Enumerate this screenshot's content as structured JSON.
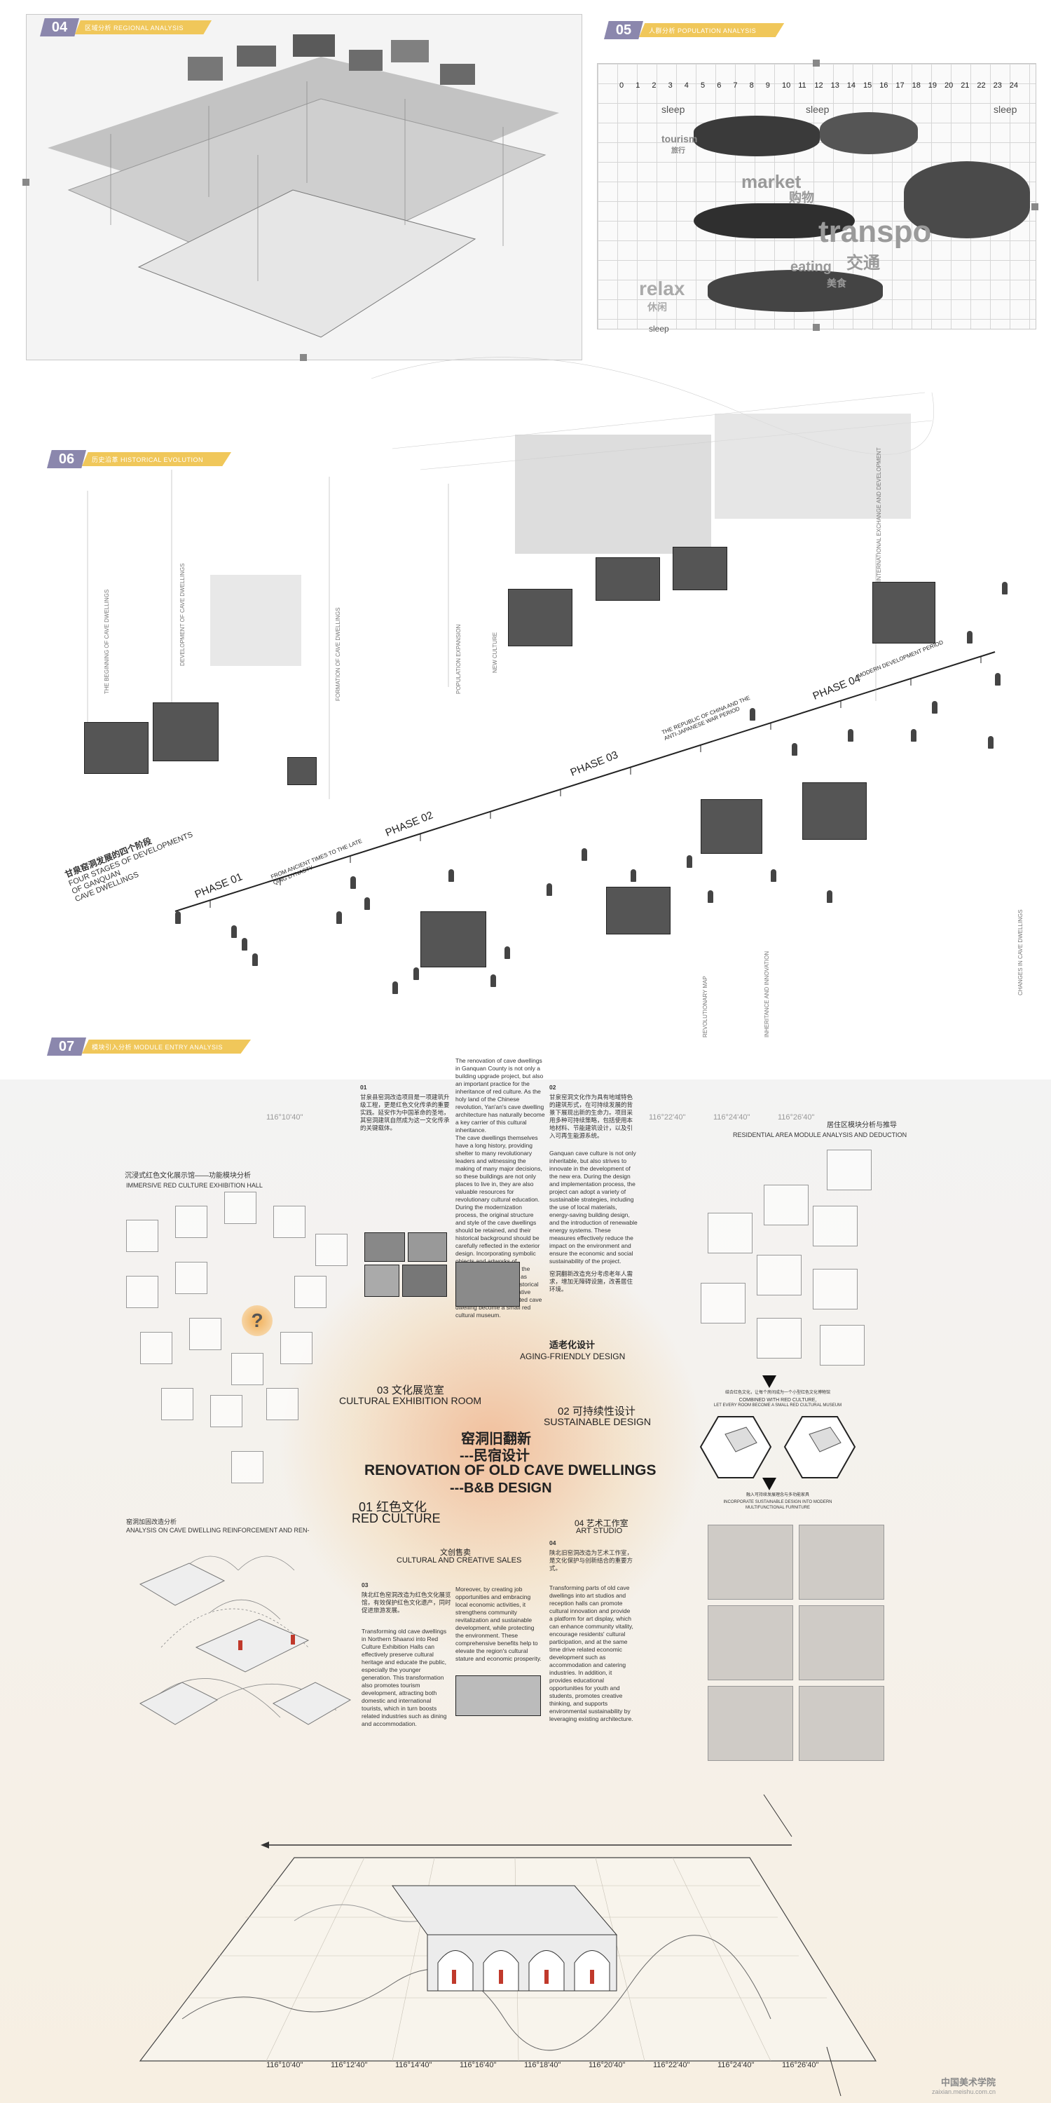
{
  "sections": {
    "s04": {
      "num": "04",
      "label": "区域分析 REGIONAL ANALYSIS"
    },
    "s05": {
      "num": "05",
      "label": "人群分析 POPULATION ANALYSIS"
    },
    "s06": {
      "num": "06",
      "label": "历史沿革 HISTORICAL EVOLUTION"
    },
    "s07": {
      "num": "07",
      "label": "模块引入分析 MODULE ENTRY ANALYSIS"
    }
  },
  "population": {
    "hours": [
      "0",
      "1",
      "2",
      "3",
      "4",
      "5",
      "6",
      "7",
      "8",
      "9",
      "10",
      "11",
      "12",
      "13",
      "14",
      "15",
      "16",
      "17",
      "18",
      "19",
      "20",
      "21",
      "22",
      "23",
      "24"
    ],
    "sleep1": "sleep",
    "sleep2": "sleep",
    "sleep3": "sleep",
    "sleep4": "sleep",
    "tourism": "tourism",
    "tourism_cn": "旅行",
    "market": "market",
    "market_cn": "购物",
    "transport": "transpo",
    "transport_cn": "交通",
    "eating": "eating",
    "eating_cn": "美食",
    "relax": "relax",
    "relax_cn": "休闲"
  },
  "history": {
    "four_stages_cn": "甘泉窑洞发展的四个阶段",
    "four_stages_en1": "FOUR STAGES OF DEVELOPMENTS",
    "four_stages_en2": "OF GANQUAN",
    "four_stages_en3": "CAVE DWELLINGS",
    "phase01": "PHASE 01",
    "phase02": "PHASE 02",
    "phase03": "PHASE 03",
    "phase04": "PHASE 04",
    "phase01_note": "FROM ANCIENT TIMES TO THE LATE QING DYNASTY",
    "phase03_note": "THE REPUBLIC OF CHINA AND THE ANTI-JAPANESE WAR PERIOD",
    "phase04_note": "MODERN DEVELOPMENT PERIOD",
    "v1": "THE BEGINNING OF CAVE DWELLINGS",
    "v2": "DEVELOPMENT OF CAVE DWELLINGS",
    "v3": "FORMATION OF CAVE DWELLINGS",
    "v4": "POPULATION EXPANSION",
    "v5": "NEW CULTURE",
    "v6": "INTERNATIONAL EXCHANGE AND DEVELOPMENT",
    "v7": "REVOLUTIONARY MAP",
    "v8": "INHERITANCE AND INNOVATION",
    "v9": "CHANGES IN CAVE DWELLINGS"
  },
  "module": {
    "hall_cn": "沉浸式红色文化展示馆——功能模块分析",
    "hall_en": "IMMERSIVE RED CULTURE EXHIBITION HALL",
    "para01_num": "01",
    "para01_cn": "甘泉县窑洞改造项目是一项建筑升级工程，更是红色文化传承的重要实践。延安作为中国革命的圣地，其窑洞建筑自然成为这一文化传承的关键载体。",
    "para_en1": "The renovation of cave dwellings in Ganquan County is not only a building upgrade project, but also an important practice for the inheritance of red culture. As the holy land of the Chinese revolution, Yan'an's cave dwelling architecture has naturally become a key carrier of this cultural inheritance.",
    "para_en2": "The cave dwellings themselves have a long history, providing shelter to many revolutionary leaders and witnessing the making of many major decisions, so these buildings are not only places to live in, they are also valuable resources for revolutionary cultural education. During the modernization process, the original structure and style of the cave dwellings should be retained, and their historical background should be carefully reflected in the exterior design. Incorporating symbolic objects and artworks of revolutionary history into the interior decoration, such as revolutionary slogans, historical photos, and commemorative exhibitions, each converted cave dwelling become a small red cultural museum.",
    "para02_num": "02",
    "para02_cn": "甘泉窑洞文化作为具有地域特色的建筑形式，在可持续发展的背景下展现出新的生命力。项目采用多种可持续策略，包括使用本地材料、节能建筑设计，以及引入可再生能源系统。",
    "para02_en": "Ganquan cave culture is not only inheritable, but also strives to innovate in the development of the new era. During the design and implementation process, the project can adopt a variety of sustainable strategies, including the use of local materials, energy-saving building design, and the introduction of renewable energy systems. These measures effectively reduce the impact on the environment and ensure the economic and social sustainability of the project.",
    "aging_cn": "适老化设计",
    "aging_en": "AGING-FRIENDLY DESIGN",
    "aging_note": "窑洞翻新改造充分考虑老年人需求，增加无障碍设施，改善居住环境。",
    "cultural_room_cn": "03 文化展览室",
    "cultural_room_en": "CULTURAL EXHIBITION ROOM",
    "sustainable_cn": "02 可持续性设计",
    "sustainable_en": "SUSTAINABLE DESIGN",
    "main_cn1": "窑洞旧翻新",
    "main_cn2": "---民宿设计",
    "main_en1": "RENOVATION OF OLD CAVE DWELLINGS",
    "main_en2": "---B&B DESIGN",
    "red_cn": "01 红色文化",
    "red_en": "RED CULTURE",
    "art_cn": "04 艺术工作室",
    "art_en": "ART STUDIO",
    "sales_cn": "文创售卖",
    "sales_en": "CULTURAL AND CREATIVE SALES",
    "reinforce_cn": "窑洞加固改造分析",
    "reinforce_en": "ANALYSIS ON CAVE DWELLING REINFORCEMENT AND REN-",
    "para03_num": "03",
    "para03_cn": "陕北红色窑洞改造为红色文化展览馆，有效保护红色文化遗产，同时促进旅游发展。",
    "para03_en": "Transforming old cave dwellings in Northern Shaanxi into Red Culture Exhibition Halls can effectively preserve cultural heritage and educate the public, especially the younger generation. This transformation also promotes tourism development, attracting both domestic and international tourists, which in turn boosts related industries such as dining and accommodation.",
    "para_sales_en": "Moreover, by creating job opportunities and embracing local economic activities, it strengthens community revitalization and sustainable development, while protecting the environment. These comprehensive benefits help to elevate the region's cultural stature and economic prosperity.",
    "para04_num": "04",
    "para04_cn": "陕北旧窑洞改造为艺术工作室，是文化保护与创新结合的重要方式。",
    "para04_en": "Transforming parts of old cave dwellings into art studios and reception halls can promote cultural innovation and provide a platform for art display, which can enhance community vitality, encourage residents' cultural participation, and at the same time drive related economic development such as accommodation and catering industries. In addition, it provides educational opportunities for youth and students, promotes creative thinking, and supports environmental sustainability by leveraging existing architecture.",
    "residential_cn": "居住区模块分析与推导",
    "residential_en": "RESIDENTIAL AREA MODULE ANALYSIS AND DEDUCTION",
    "combine_cn": "结合红色文化，让每个房间成为一个小型红色文化博物馆",
    "combine_en1": "COMBINED WITH RED CULTURE,",
    "combine_en2": "LET EVERY ROOM BECOME A SMALL RED CULTURAL MUSEUM",
    "incorporate_cn": "融入可持续发展理念与多功能家具",
    "incorporate_en1": "INCORPORATE SUSTAINABLE DESIGN INTO MODERN",
    "incorporate_en2": "MULTIFUNCTIONAL FURNITURE",
    "question": "?"
  },
  "map": {
    "top_ticks": [
      "116°10'40\"",
      "116°22'40\"",
      "116°24'40\"",
      "116°26'40\""
    ],
    "bottom_ticks": [
      "116°10'40\"",
      "116°12'40\"",
      "116°14'40\"",
      "116°16'40\"",
      "116°18'40\"",
      "116°20'40\"",
      "116°22'40\"",
      "116°24'40\"",
      "116°26'40\""
    ]
  },
  "watermark": {
    "cn": "中国美术学院",
    "url": "zaixian.meishu.com.cn"
  },
  "colors": {
    "tag_purple": "#8b87ad",
    "tag_gold": "#f0c75a",
    "red_accent": "#c0392b"
  }
}
